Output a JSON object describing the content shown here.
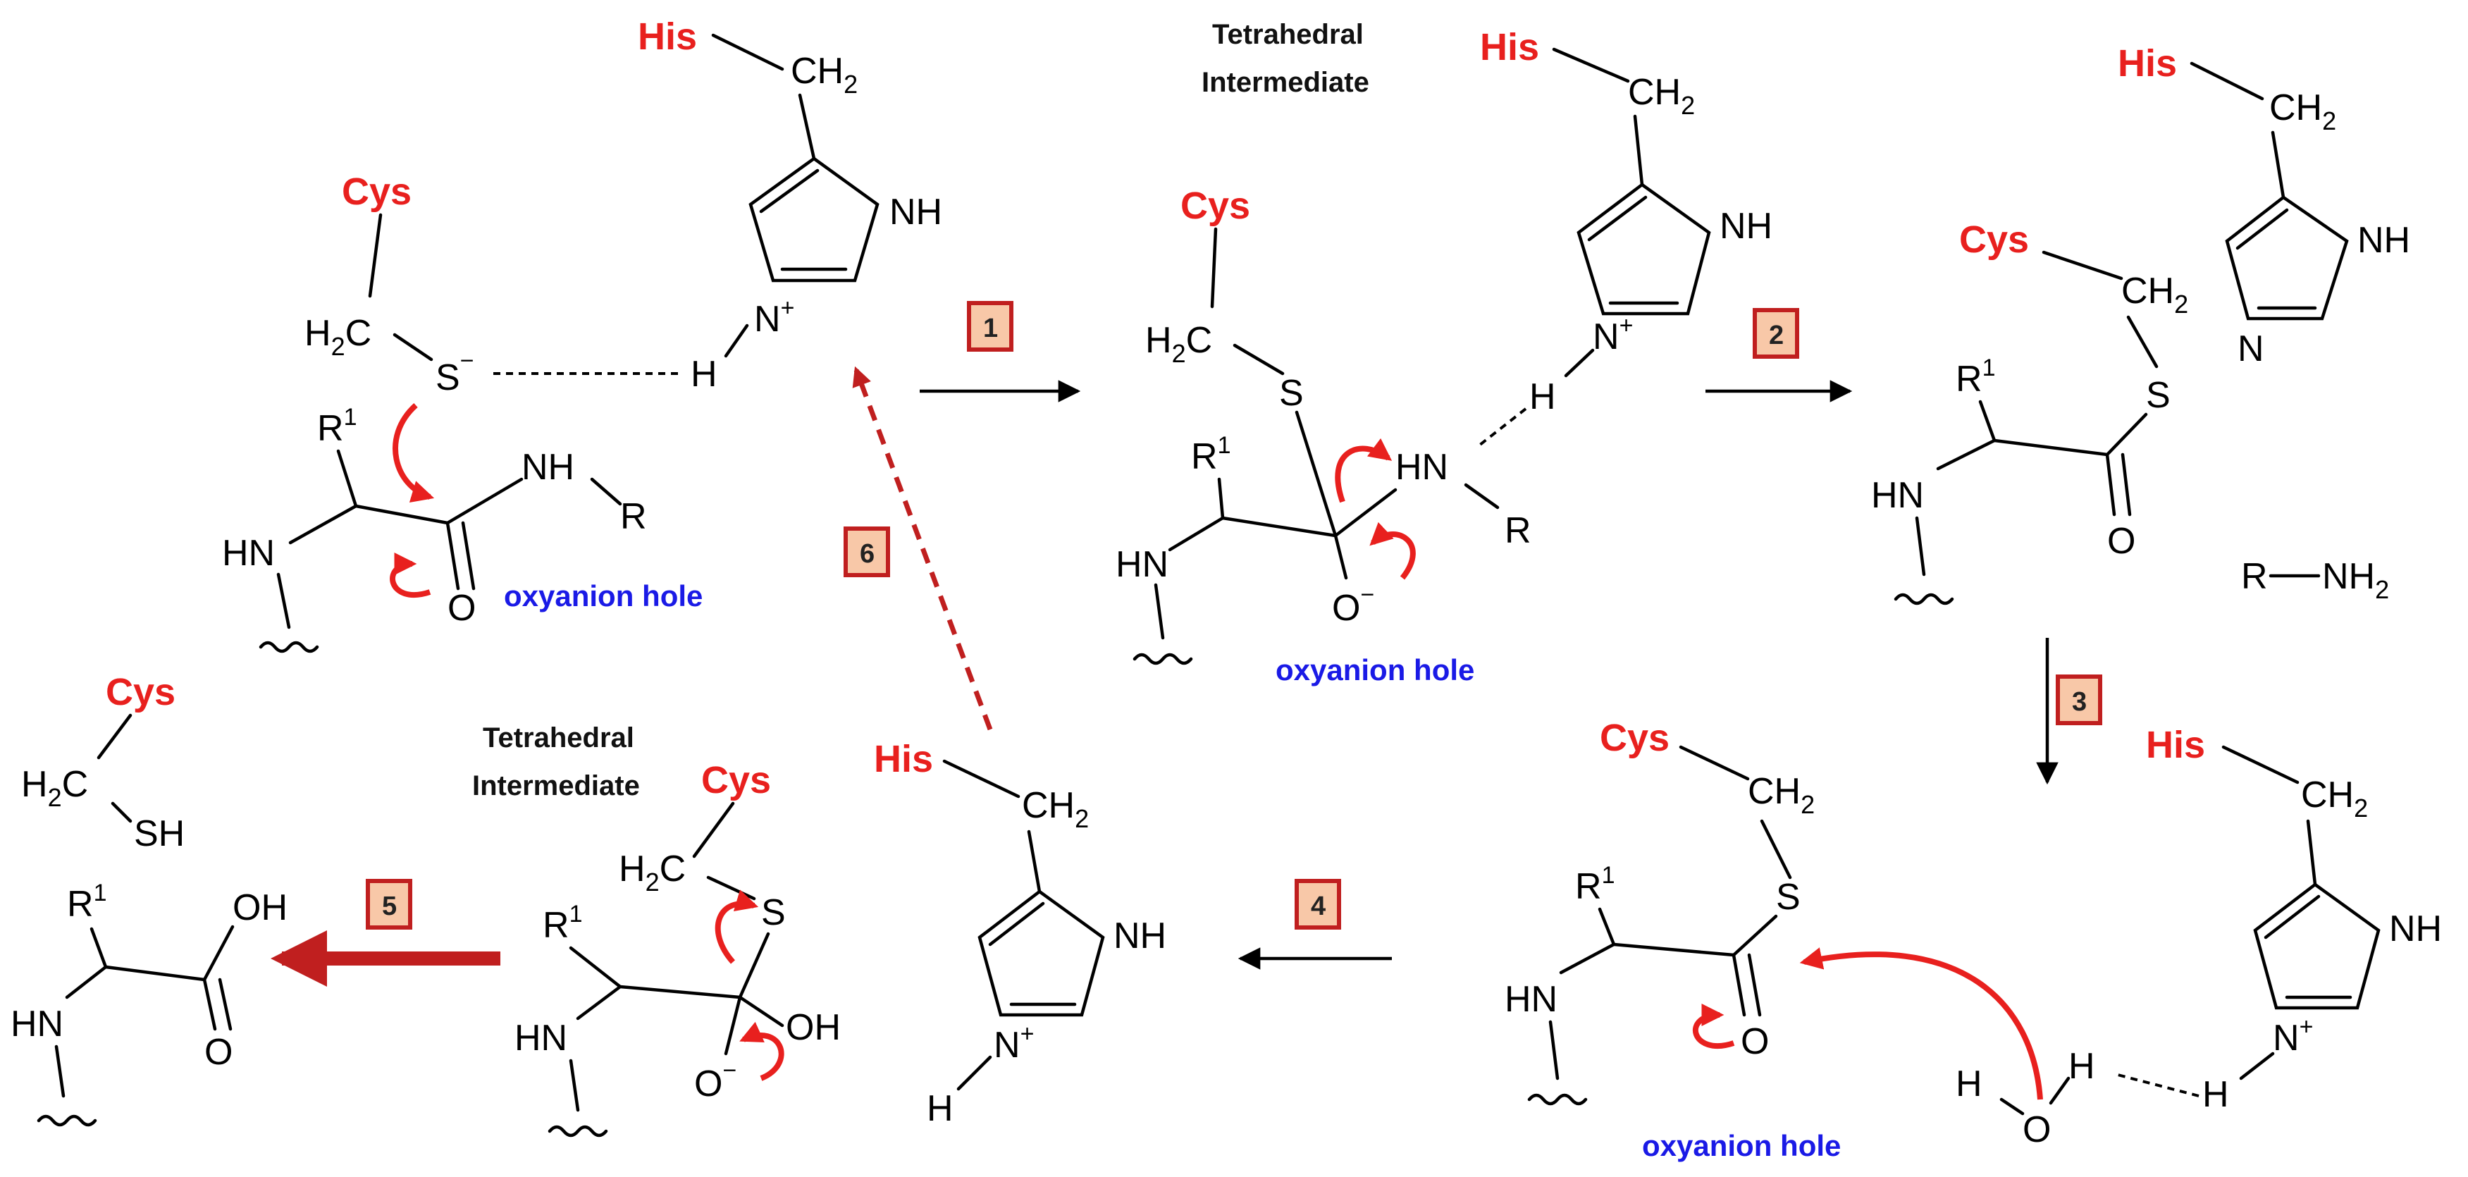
{
  "diagram": {
    "residues": {
      "his": "His",
      "cys": "Cys"
    },
    "labels": {
      "oxyanion_hole": "oxyanion hole",
      "tetrahedral_line1": "Tetrahedral",
      "tetrahedral_line2": "Intermediate"
    },
    "steps": [
      "1",
      "2",
      "3",
      "4",
      "5",
      "6"
    ],
    "atoms": {
      "NH": "NH",
      "HN": "HN",
      "N": "N",
      "H": "H",
      "O": "O",
      "S": "S",
      "SH": "SH",
      "OH": "OH",
      "R": "R",
      "R1": "R",
      "sup1": "1",
      "CH": "CH",
      "H2C": "H",
      "sub2": "2",
      "C": "C",
      "plus": "+",
      "minus": "−",
      "NH2": "NH"
    },
    "colors": {
      "residue": "#e8201e",
      "oxyanion": "#1a1ae6",
      "step_fill": "#f8c8a8",
      "step_border": "#c01f1f"
    }
  }
}
